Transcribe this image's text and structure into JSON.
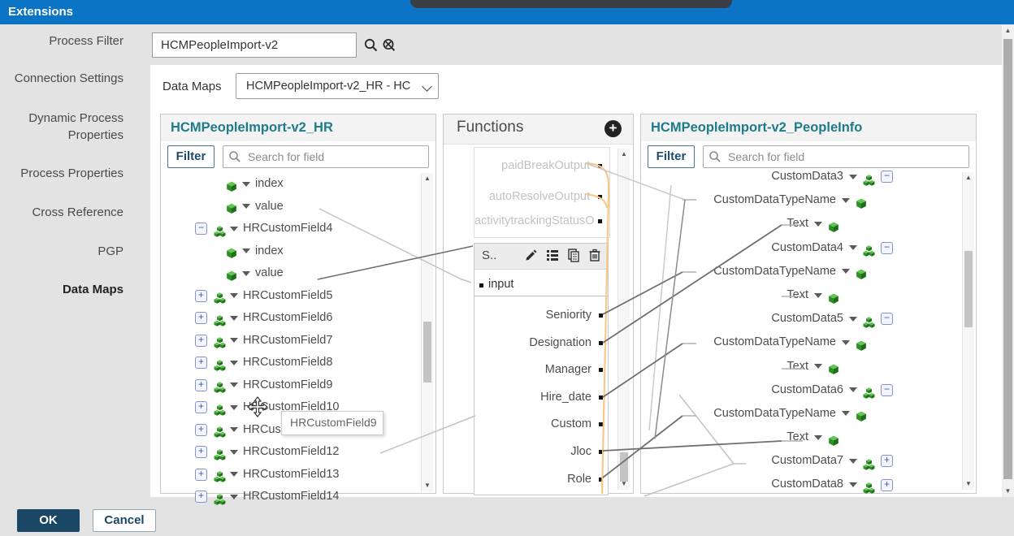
{
  "titlebar": {
    "title": "Extensions"
  },
  "sidebar": {
    "items": [
      {
        "label": "Process Filter",
        "active": false
      },
      {
        "label": "Connection Settings",
        "active": false
      },
      {
        "label": "Dynamic Process Properties",
        "active": false
      },
      {
        "label": "Process Properties",
        "active": false
      },
      {
        "label": "Cross Reference",
        "active": false
      },
      {
        "label": "PGP",
        "active": false
      },
      {
        "label": "Data Maps",
        "active": true
      }
    ]
  },
  "toolbar": {
    "process_filter_value": "HCMPeopleImport-v2",
    "data_maps_label": "Data Maps",
    "data_maps_value": "HCMPeopleImport-v2_HR - HC"
  },
  "left_panel": {
    "title": "HCMPeopleImport-v2_HR",
    "filter_label": "Filter",
    "search_placeholder": "Search for field",
    "tree": [
      {
        "label": "index",
        "depth": 2,
        "kind": "leaf",
        "expand": null
      },
      {
        "label": "value",
        "depth": 2,
        "kind": "leaf",
        "expand": null
      },
      {
        "label": "HRCustomField4",
        "depth": 1,
        "kind": "group",
        "expand": "minus"
      },
      {
        "label": "index",
        "depth": 2,
        "kind": "leaf",
        "expand": null
      },
      {
        "label": "value",
        "depth": 2,
        "kind": "leaf",
        "expand": null
      },
      {
        "label": "HRCustomField5",
        "depth": 1,
        "kind": "group",
        "expand": "plus"
      },
      {
        "label": "HRCustomField6",
        "depth": 1,
        "kind": "group",
        "expand": "plus"
      },
      {
        "label": "HRCustomField7",
        "depth": 1,
        "kind": "group",
        "expand": "plus"
      },
      {
        "label": "HRCustomField8",
        "depth": 1,
        "kind": "group",
        "expand": "plus"
      },
      {
        "label": "HRCustomField9",
        "depth": 1,
        "kind": "group",
        "expand": "plus"
      },
      {
        "label": "HRCustomField10",
        "depth": 1,
        "kind": "group",
        "expand": "plus"
      },
      {
        "label": "HRCustomField11",
        "depth": 1,
        "kind": "group",
        "expand": "plus"
      },
      {
        "label": "HRCustomField12",
        "depth": 1,
        "kind": "group",
        "expand": "plus"
      },
      {
        "label": "HRCustomField13",
        "depth": 1,
        "kind": "group",
        "expand": "plus"
      },
      {
        "label": "HRCustomField14",
        "depth": 1,
        "kind": "group",
        "expand": "plus"
      }
    ]
  },
  "functions_panel": {
    "title": "Functions",
    "add_label": "+",
    "upper_rows": [
      "paidBreakOutput",
      "autoResolveOutput",
      "activitytrackingStatusO"
    ],
    "function_box": {
      "name": "S..",
      "input_label": "input",
      "outputs": [
        "Seniority",
        "Designation",
        "Manager",
        "Hire_date",
        "Custom",
        "Jloc",
        "Role"
      ]
    }
  },
  "right_panel": {
    "title": "HCMPeopleImport-v2_PeopleInfo",
    "filter_label": "Filter",
    "search_placeholder": "Search for field",
    "tree": [
      {
        "label": "CustomData3",
        "depth": 0,
        "kind": "group",
        "expand": "minus"
      },
      {
        "label": "CustomDataTypeName",
        "depth": 1,
        "kind": "leaf",
        "expand": null
      },
      {
        "label": "Text",
        "depth": 2,
        "kind": "leaf",
        "expand": null
      },
      {
        "label": "CustomData4",
        "depth": 0,
        "kind": "group",
        "expand": "minus"
      },
      {
        "label": "CustomDataTypeName",
        "depth": 1,
        "kind": "leaf",
        "expand": null
      },
      {
        "label": "Text",
        "depth": 2,
        "kind": "leaf",
        "expand": null
      },
      {
        "label": "CustomData5",
        "depth": 0,
        "kind": "group",
        "expand": "minus"
      },
      {
        "label": "CustomDataTypeName",
        "depth": 1,
        "kind": "leaf",
        "expand": null
      },
      {
        "label": "Text",
        "depth": 2,
        "kind": "leaf",
        "expand": null
      },
      {
        "label": "CustomData6",
        "depth": 0,
        "kind": "group",
        "expand": "minus"
      },
      {
        "label": "CustomDataTypeName",
        "depth": 1,
        "kind": "leaf",
        "expand": null
      },
      {
        "label": "Text",
        "depth": 2,
        "kind": "leaf",
        "expand": null
      },
      {
        "label": "CustomData7",
        "depth": 0,
        "kind": "group",
        "expand": "plus"
      },
      {
        "label": "CustomData8",
        "depth": 0,
        "kind": "group",
        "expand": "plus"
      }
    ]
  },
  "tooltip": {
    "text": "HRCustomField9"
  },
  "footer": {
    "ok_label": "OK",
    "cancel_label": "Cancel"
  },
  "colors": {
    "header_blue": "#0b74c4",
    "panel_title_teal": "#1e7b8c",
    "ok_navy": "#1b4767",
    "cube_green": "#2e8f27",
    "line_orange": "#f8c88b",
    "line_dark": "#6f6f6f",
    "line_light": "#c3c3c3"
  }
}
